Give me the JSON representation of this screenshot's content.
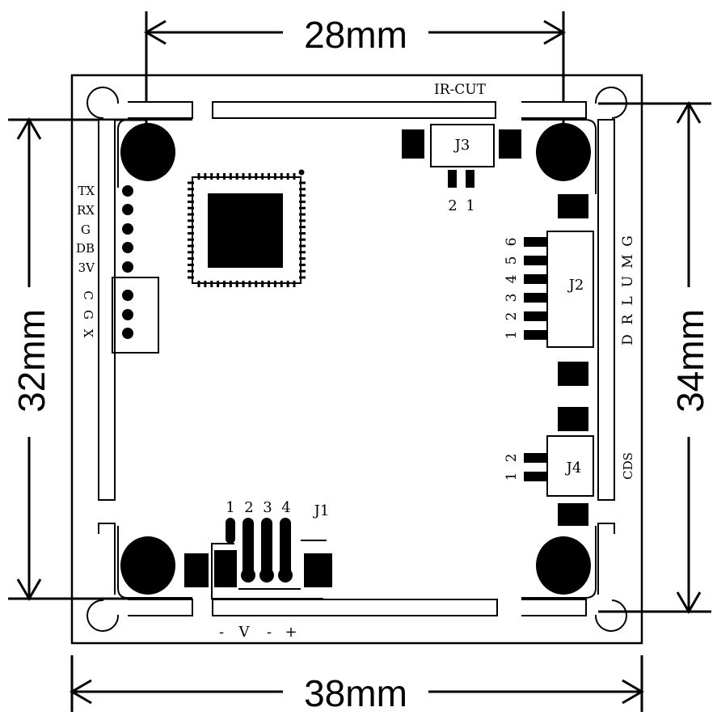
{
  "dimensions": {
    "top": "28mm",
    "bottom": "38mm",
    "left": "32mm",
    "right": "34mm"
  },
  "labels": {
    "ir_cut": "IR-CUT",
    "j1": "J1",
    "j2": "J2",
    "j3": "J3",
    "j4": "J4",
    "j3_pin2": "2",
    "j3_pin1": "1",
    "j1_pins": [
      "1",
      "2",
      "3",
      "4"
    ],
    "j2_pins": [
      "1",
      "2",
      "3",
      "4",
      "5",
      "6"
    ],
    "j4_pins": [
      "1",
      "2"
    ],
    "left_pins": [
      "TX",
      "RX",
      "G",
      "DB",
      "3V"
    ],
    "left_rotated": [
      "C",
      "G",
      "X"
    ],
    "right_rotated": [
      "D",
      "R",
      "L",
      "U",
      "M",
      "G"
    ],
    "cds": "CDS",
    "power_bottom": [
      "-",
      "V",
      "-",
      "+"
    ]
  }
}
